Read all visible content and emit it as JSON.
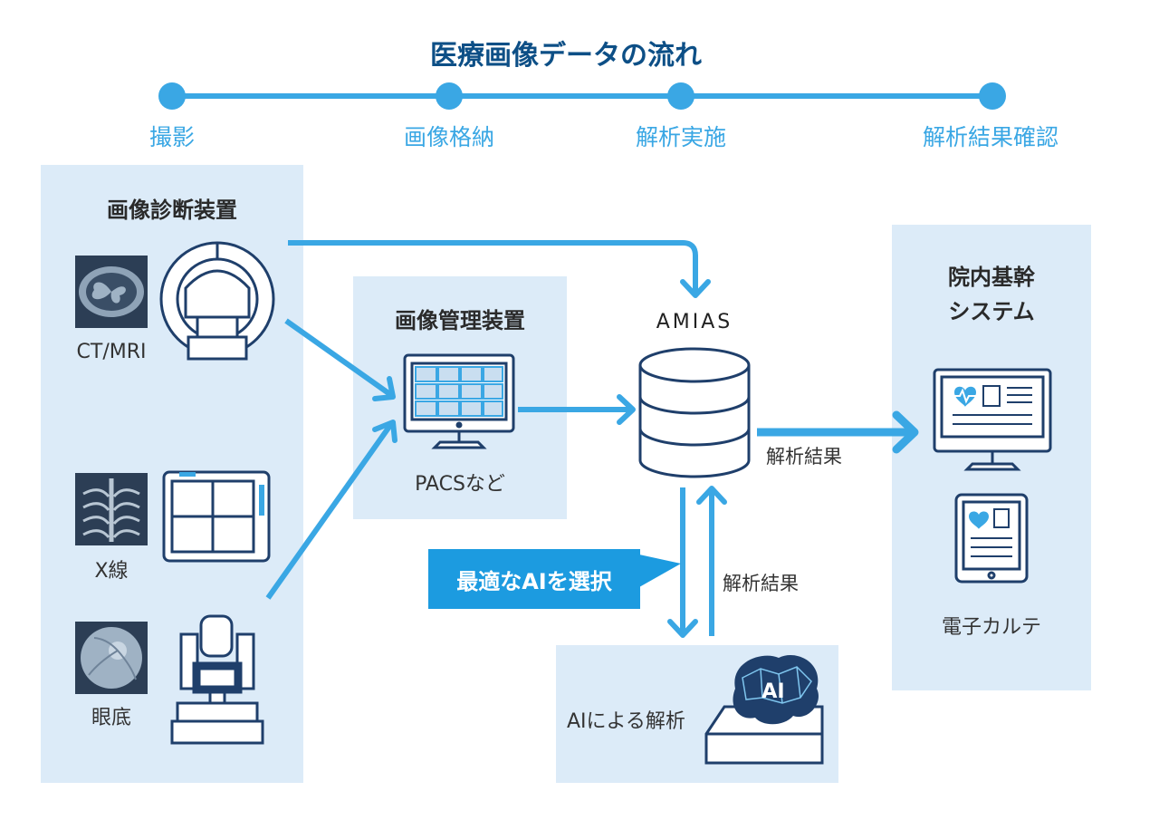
{
  "title": "医療画像データの流れ",
  "timeline": {
    "steps": [
      "撮影",
      "画像格納",
      "解析実施",
      "解析結果確認"
    ]
  },
  "modalities": {
    "heading": "画像診断装置",
    "items": [
      "CT/MRI",
      "X線",
      "眼底"
    ]
  },
  "pacs": {
    "heading": "画像管理装置",
    "label": "PACSなど"
  },
  "amias": {
    "label": "AMIAS"
  },
  "hospital": {
    "heading_line1": "院内基幹",
    "heading_line2": "システム",
    "label": "電子カルテ"
  },
  "analysis": {
    "label": "AIによる解析",
    "chip_text": "AI",
    "select_label": "最適なAIを選択",
    "result_label_right": "解析結果",
    "result_label_down": "解析結果"
  },
  "colors": {
    "accent": "#3aa7e4",
    "panel": "#dcebf8",
    "dark_outline": "#1f3f6b",
    "title": "#0d4f86",
    "select_box": "#1c9be0"
  }
}
